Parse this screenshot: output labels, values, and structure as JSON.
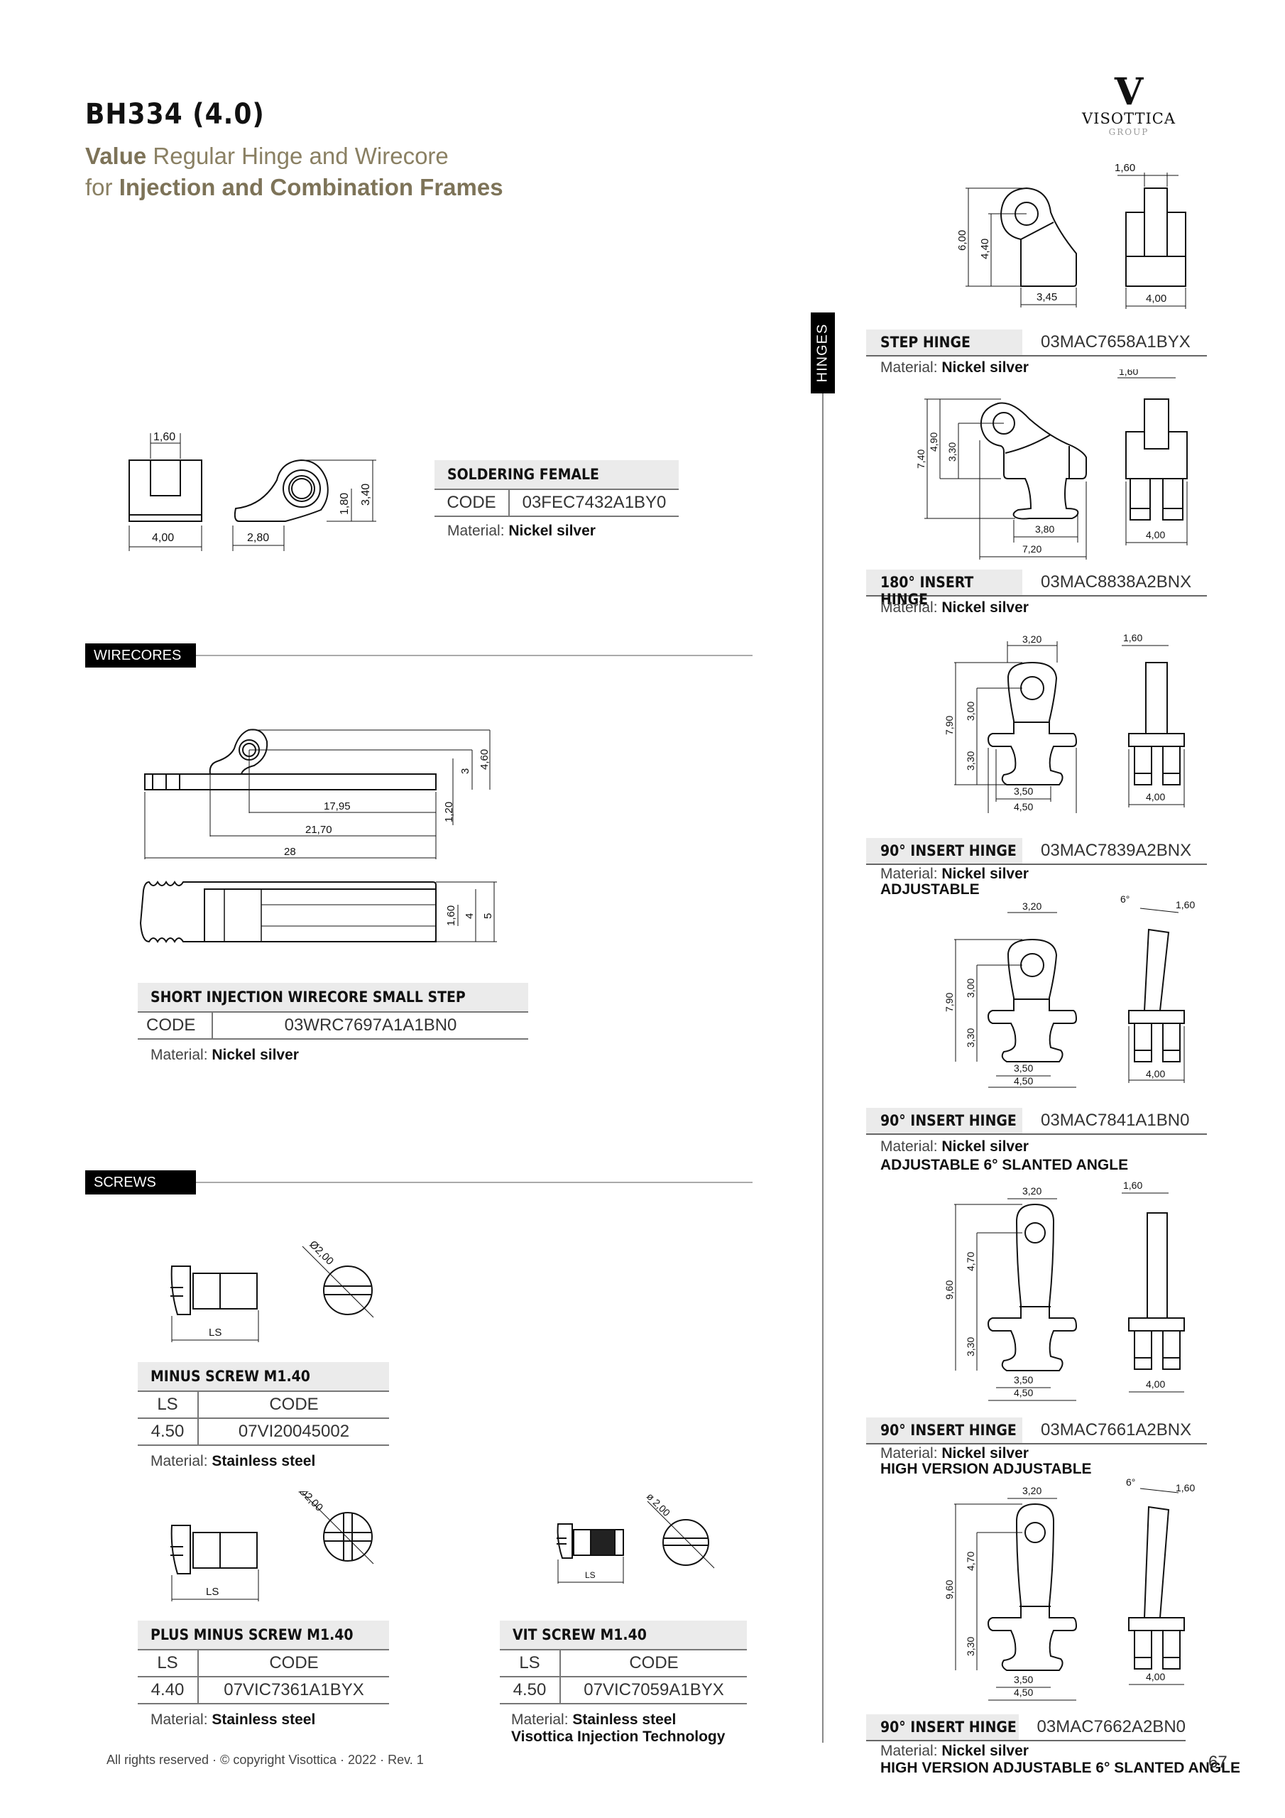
{
  "header": {
    "title": "BH334 (4.0)",
    "subtitle_line1_bold": "Value",
    "subtitle_line1_rest": " Regular Hinge and Wirecore",
    "subtitle_line2_light": "for ",
    "subtitle_line2_bold": "Injection and Combination Frames"
  },
  "logo": {
    "mark": "V",
    "name": "VISOTTICA",
    "group": "GROUP"
  },
  "sections": {
    "wirecores": "WIRECORES",
    "screws": "SCREWS",
    "hinges": "HINGES"
  },
  "soldering_female": {
    "name": "SOLDERING FEMALE",
    "code_label": "CODE",
    "code": "03FEC7432A1BY0",
    "material_label": "Material: ",
    "material": "Nickel silver",
    "dims": {
      "slot": "1,60",
      "width": "4,00",
      "length": "2,80",
      "center": "1,80",
      "height": "3,40"
    }
  },
  "wirecore": {
    "name": "SHORT INJECTION WIRECORE SMALL STEP",
    "code_label": "CODE",
    "code": "03WRC7697A1A1BN0",
    "material_label": "Material: ",
    "material": "Nickel silver",
    "dims": {
      "d1": "17,95",
      "d2": "21,70",
      "d3": "28",
      "h1": "3",
      "h2": "4,60",
      "h3": "1,20",
      "w1": "1,60",
      "w2": "4",
      "w3": "5"
    }
  },
  "screws": [
    {
      "name": "MINUS SCREW M1.40",
      "ls_label": "LS",
      "code_label": "CODE",
      "ls": "4.50",
      "code": "07VI20045002",
      "material_label": "Material: ",
      "material": "Stainless steel",
      "note": "",
      "dia": "Ø2,00",
      "dim_label": "LS"
    },
    {
      "name": "PLUS MINUS SCREW M1.40",
      "ls_label": "LS",
      "code_label": "CODE",
      "ls": "4.40",
      "code": "07VIC7361A1BYX",
      "material_label": "Material: ",
      "material": "Stainless steel",
      "note": "",
      "dia": "Ø2,00",
      "dim_label": "LS"
    },
    {
      "name": "VIT SCREW M1.40",
      "ls_label": "LS",
      "code_label": "CODE",
      "ls": "4.50",
      "code": "07VIC7059A1BYX",
      "material_label": "Material: ",
      "material": "Stainless steel",
      "note": "Visottica Injection Technology",
      "dia": "ø 2,00",
      "dim_label": "LS"
    }
  ],
  "hinges": [
    {
      "name": "STEP HINGE",
      "code": "03MAC7658A1BYX",
      "material_label": "Material: ",
      "material": "Nickel silver",
      "note": "",
      "dims": [
        "6,00",
        "4,40",
        "3,45",
        "1,60",
        "4,00"
      ]
    },
    {
      "name": "180° INSERT HINGE",
      "code": "03MAC8838A2BNX",
      "material_label": "Material: ",
      "material": "Nickel silver",
      "note": "",
      "dims": [
        "7,40",
        "4,90",
        "3,30",
        "3,80",
        "7,20",
        "1,60",
        "4,00"
      ]
    },
    {
      "name": "90° INSERT HINGE",
      "code": "03MAC7839A2BNX",
      "material_label": "Material: ",
      "material": "Nickel silver",
      "note": "ADJUSTABLE",
      "dims": [
        "3,20",
        "7,90",
        "3,00",
        "3,30",
        "3,50",
        "4,50",
        "1,60",
        "4,00"
      ]
    },
    {
      "name": "90° INSERT HINGE",
      "code": "03MAC7841A1BN0",
      "material_label": "Material: ",
      "material": "Nickel silver",
      "note": "ADJUSTABLE 6° SLANTED ANGLE",
      "dims": [
        "3,20",
        "7,90",
        "3,00",
        "3,30",
        "3,50",
        "4,50",
        "6°",
        "1,60",
        "4,00"
      ]
    },
    {
      "name": "90° INSERT HINGE",
      "code": "03MAC7661A2BNX",
      "material_label": "Material: ",
      "material": "Nickel silver",
      "note": "HIGH VERSION ADJUSTABLE",
      "dims": [
        "3,20",
        "9,60",
        "4,70",
        "3,30",
        "3,50",
        "4,50",
        "1,60",
        "4,00"
      ]
    },
    {
      "name": "90° INSERT HINGE",
      "code": "03MAC7662A2BN0",
      "material_label": "Material: ",
      "material": "Nickel silver",
      "note": "HIGH VERSION ADJUSTABLE 6° SLANTED ANGLE",
      "dims": [
        "3,20",
        "9,60",
        "4,70",
        "3,30",
        "3,50",
        "4,50",
        "6°",
        "1,60",
        "4,00"
      ]
    }
  ],
  "footer": {
    "copyright": "All rights reserved · © copyright Visottica · 2022 · Rev. 1",
    "page": "67"
  }
}
